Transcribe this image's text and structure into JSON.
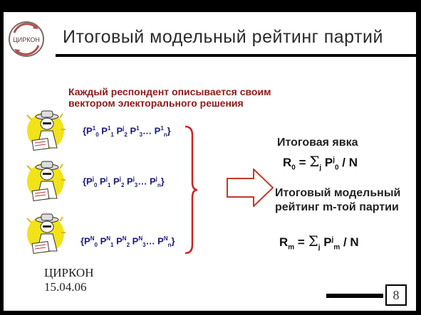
{
  "header": {
    "title": "Итоговый модельный рейтинг партий",
    "logo_text": "ЦИРКОН"
  },
  "intro": "Каждый респондент описывается своим вектором электорального решения",
  "vectors": [
    {
      "sup": "1",
      "subs": [
        "0",
        "1",
        "2",
        "3"
      ]
    },
    {
      "sup": "j",
      "subs": [
        "0",
        "1",
        "2",
        "3"
      ]
    },
    {
      "sup": "N",
      "subs": [
        "0",
        "1",
        "2",
        "3"
      ]
    }
  ],
  "results": {
    "turnout_label": "Итоговая явка",
    "rating_label": "Итоговый модельный рейтинг m-той партии"
  },
  "footer": {
    "org": "ЦИРКОН",
    "date": "15.04.06"
  },
  "page_number": "8",
  "colors": {
    "accent": "#8b1a1a",
    "vector_text": "#1a1a7a",
    "arrow": "#c0392b",
    "brace": "#cc2222"
  }
}
